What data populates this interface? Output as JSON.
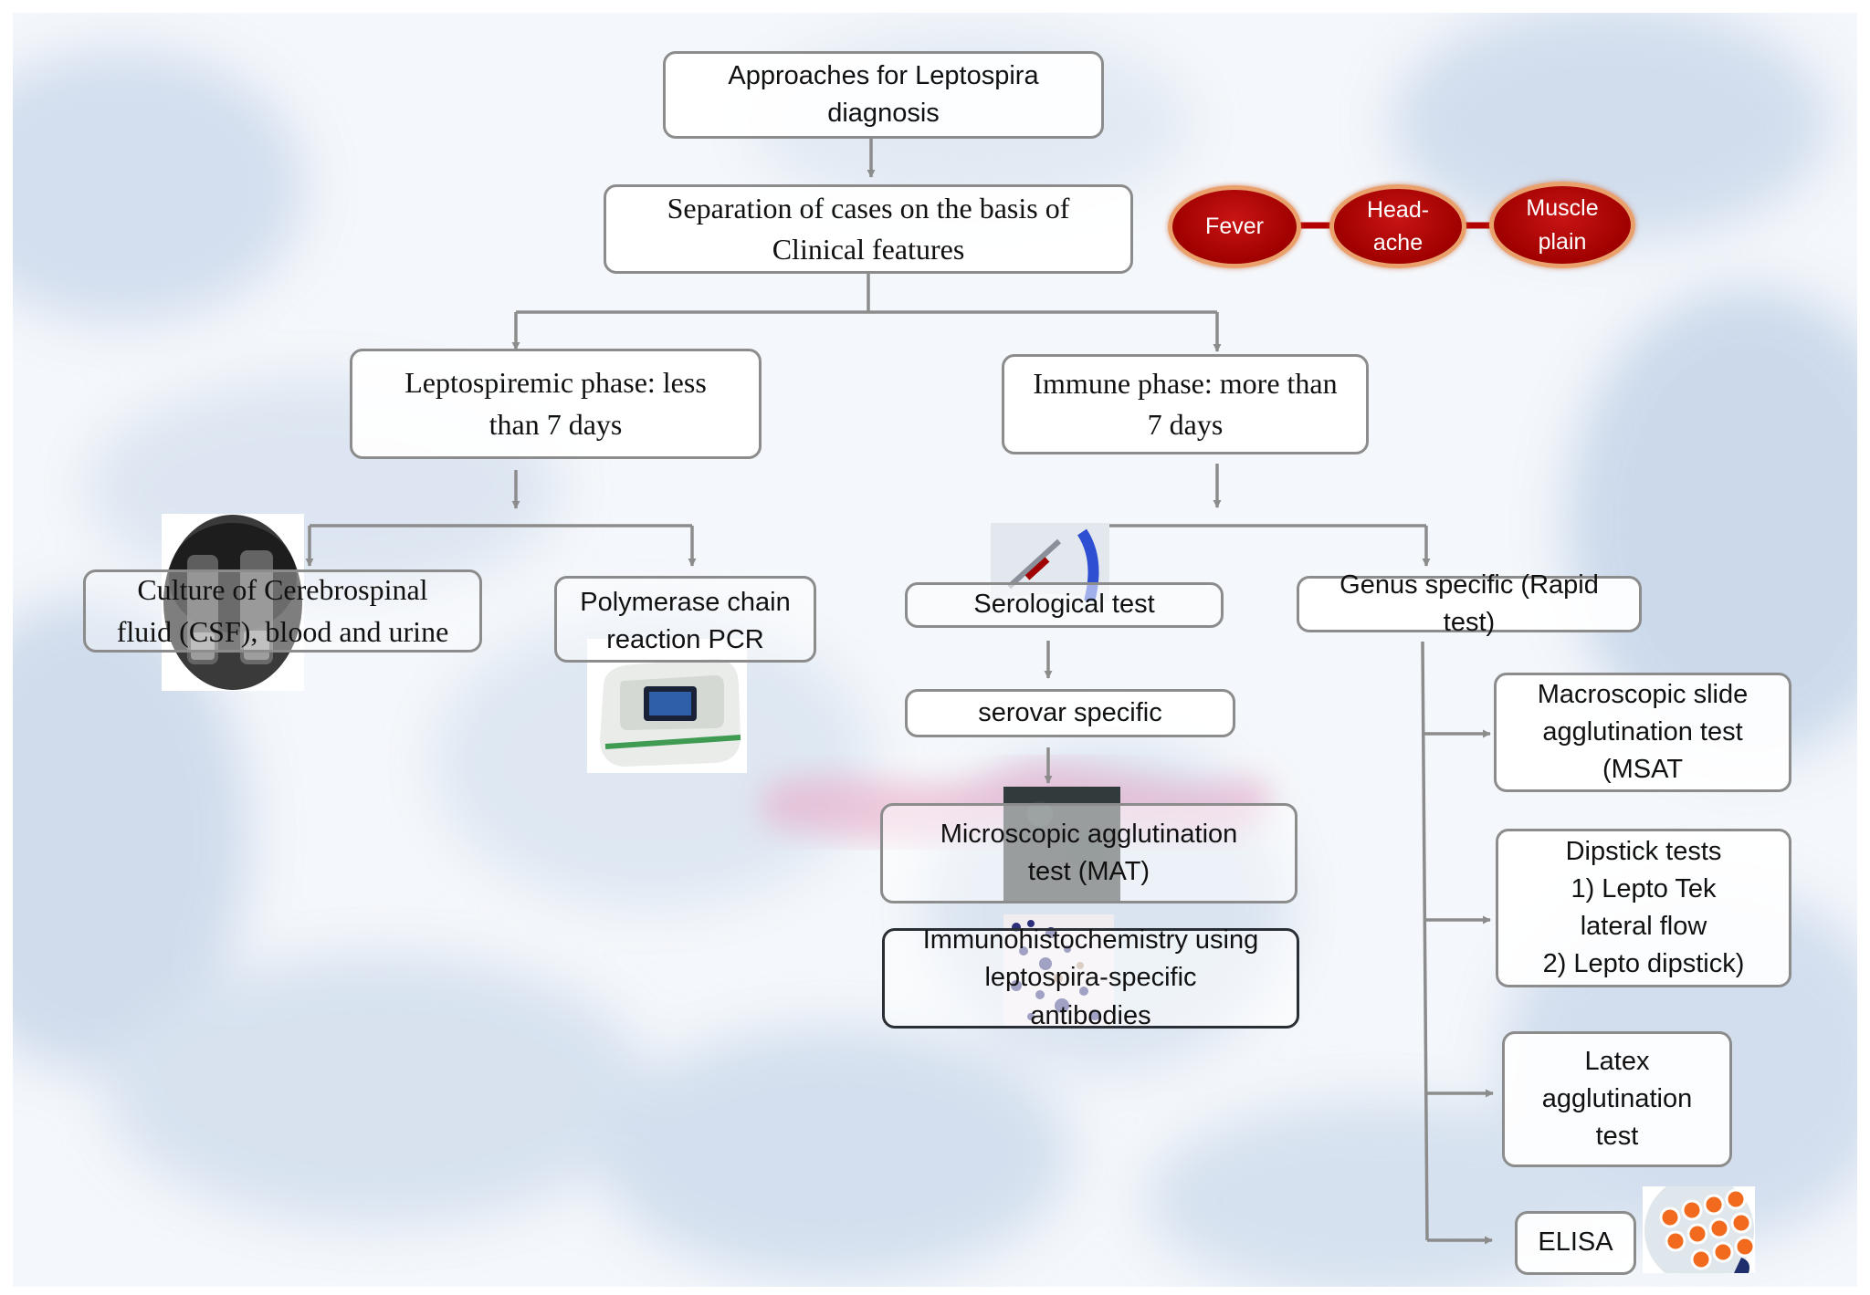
{
  "colors": {
    "node_border": "#8c8c8c",
    "connector": "#8c8c8c",
    "symptom_fill": "#a00000",
    "symptom_border": "#e9a06a"
  },
  "nodes": {
    "root": "Approaches for Leptospira diagnosis",
    "separation": "Separation of cases on the basis of Clinical features",
    "leptospiremic": "Leptospiremic phase: less than  7 days",
    "immune": "Immune  phase: more than  7 days",
    "culture": "Culture  of Cerebrospinal fluid (CSF), blood and urine",
    "pcr": "Polymerase chain reaction PCR",
    "serological": "Serological test",
    "genus": "Genus specific (Rapid test)",
    "serovar": "serovar specific",
    "mat": "Microscopic agglutination test (MAT)",
    "ihc": "Immunohistochemistry using leptospira-specific antibodies",
    "msat": "Macroscopic slide agglutination test (MSAT",
    "dipstick": [
      "Dipstick tests",
      "1) Lepto Tek lateral flow",
      "2) Lepto dipstick)"
    ],
    "latex": "Latex agglutination test",
    "elisa": "ELISA"
  },
  "symptoms": [
    "Fever",
    "Head-\nache",
    "Muscle\nplain"
  ],
  "icons": {
    "culture": "sample-tubes-photo-icon",
    "pcr": "pcr-machine-photo-icon",
    "serological": "blood-tube-photo-icon",
    "mat": "microscope-field-photo-icon",
    "ihc": "stained-tissue-photo-icon",
    "elisa": "elisa-plate-photo-icon"
  }
}
